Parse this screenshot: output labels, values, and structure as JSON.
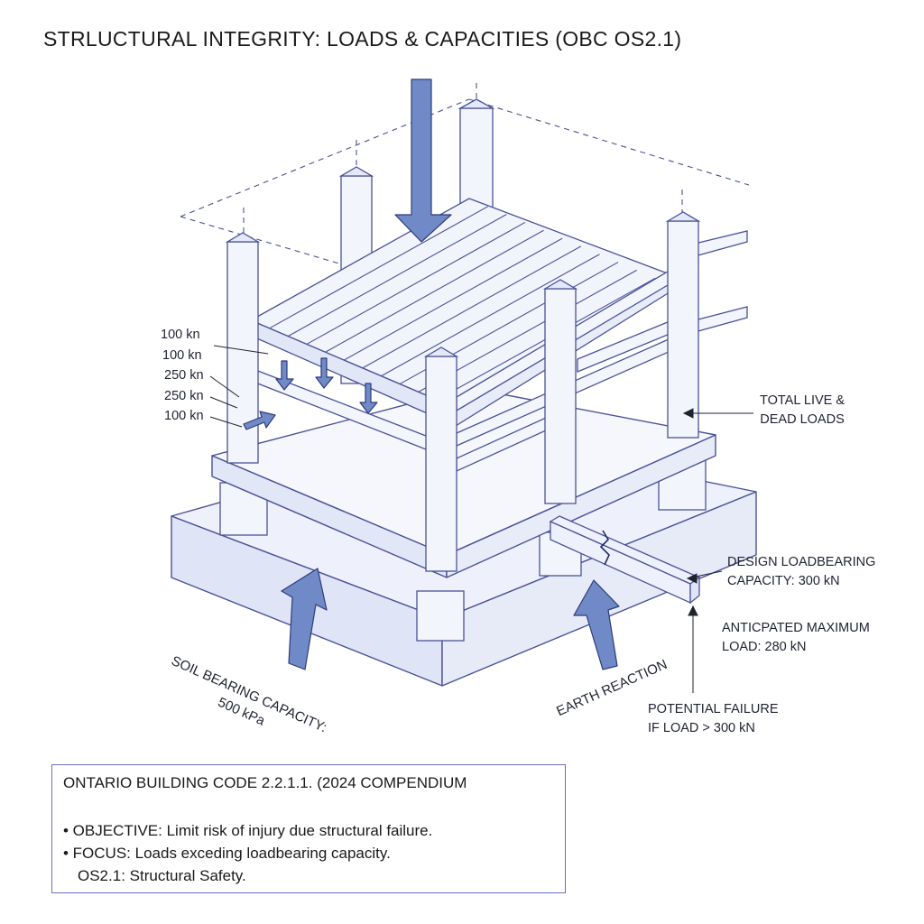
{
  "title": "STRLUCTURAL INTEGRITY: LOADS & CAPACITIES (OBC OS2.1)",
  "point_loads": [
    "100 kn",
    "100 kn",
    "250 kn",
    "250 kn",
    "100 kn"
  ],
  "labels": {
    "total_loads": [
      "TOTAL LIVE &",
      "DEAD LOADS"
    ],
    "design_capacity": [
      "DESIGN LOADBEARING",
      "CAPACITY: 300 kN"
    ],
    "max_load": [
      "ANTICPATED MAXIMUM",
      "LOAD: 280 kN"
    ],
    "failure": [
      "POTENTIAL FAILURE",
      "IF LOAD > 300 kN"
    ],
    "soil": [
      "SOIL BEARING CAPACITY:",
      "500 kPa"
    ],
    "earth": "EARTH REACTION"
  },
  "code_box": {
    "heading": "ONTARIO BUILDING CODE 2.2.1.1. (2024 COMPENDIUM",
    "objective": "• OBJECTIVE: Limit risk of injury due structural failure.",
    "focus": "• FOCUS: Loads exceding loadbearing capacity.",
    "safety": "OS2.1: Structural Safety."
  },
  "colors": {
    "line": "#4a5296",
    "fill": "#eef1fb",
    "fill_dark": "#dfe4f6",
    "arrow": "#6f8ac6",
    "box_border": "#6b72b8"
  }
}
